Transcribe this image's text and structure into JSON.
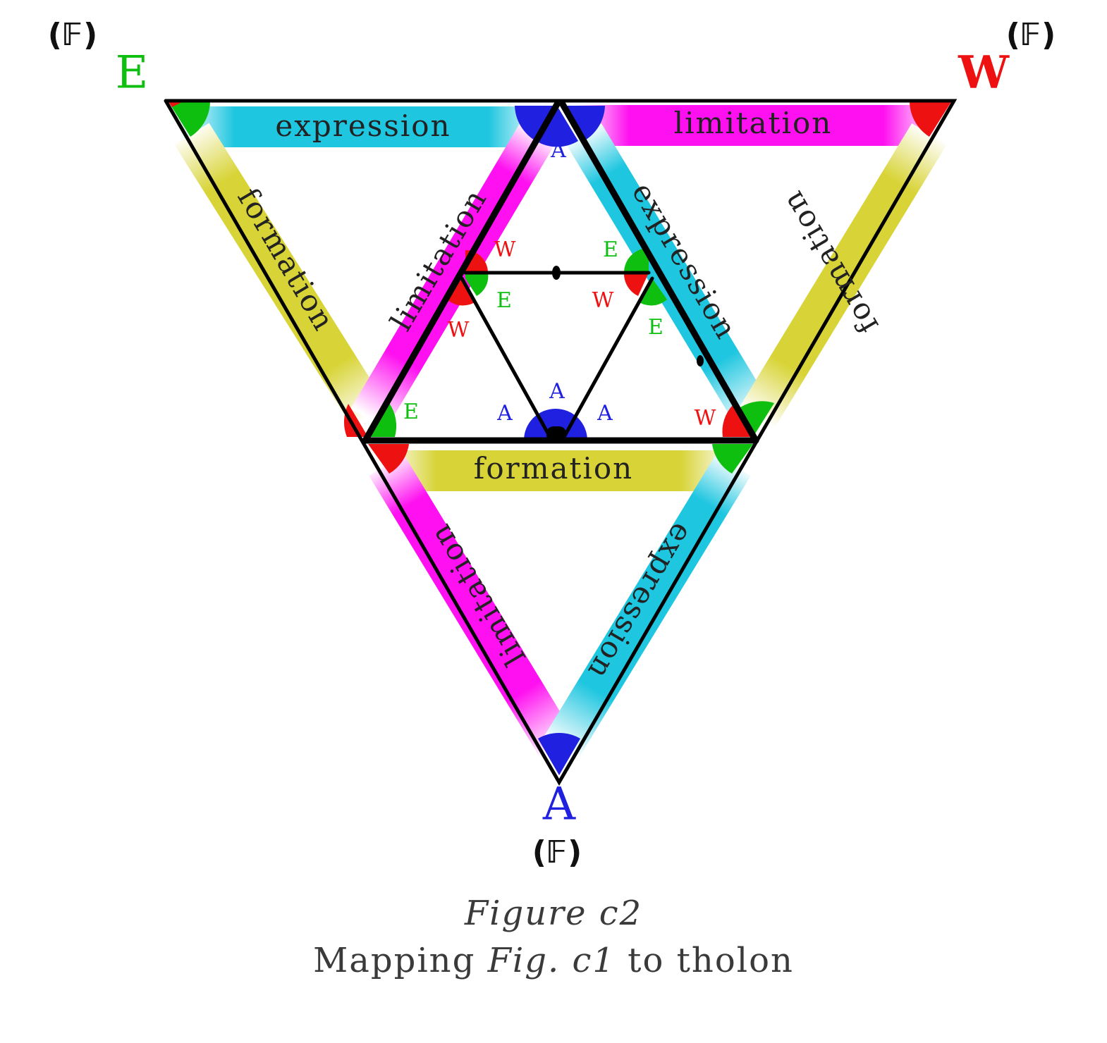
{
  "vertices": {
    "top_left": {
      "letter": "E",
      "fmark": "(𝔽)",
      "color": "#0fbf0f"
    },
    "top_right": {
      "letter": "W",
      "fmark": "(𝔽)",
      "color": "#ee1111"
    },
    "bottom": {
      "letter": "A",
      "fmark": "(𝔽)",
      "color": "#2020e0"
    }
  },
  "bands": {
    "top_left_top": "expression",
    "top_left_left": "formation",
    "top_left_right": "limitation",
    "top_right_top": "limitation",
    "top_right_left": "expression",
    "top_right_right": "formation",
    "bottom_top": "formation",
    "bottom_left": "limitation",
    "bottom_right": "expression"
  },
  "inner_labels": {
    "apex_a": "A",
    "upper_left_w": "W",
    "upper_left_e": "E",
    "lower_left_w": "W",
    "upper_right_e": "E",
    "upper_right_w": "W",
    "lower_right_e": "E",
    "center_a_top": "A",
    "center_a_left": "A",
    "center_a_right": "A",
    "bottom_left_e": "E",
    "bottom_right_w": "W"
  },
  "colors": {
    "expression": "#1fc6e0",
    "formation": "#d8d438",
    "limitation": "#ff10f0",
    "E": "#0fbf0f",
    "W": "#ee1111",
    "A": "#2020e0"
  },
  "caption": {
    "title": "Figure c2",
    "prefix": "Mapping ",
    "figref": "Fig. c1",
    "suffix": " to tholon"
  }
}
